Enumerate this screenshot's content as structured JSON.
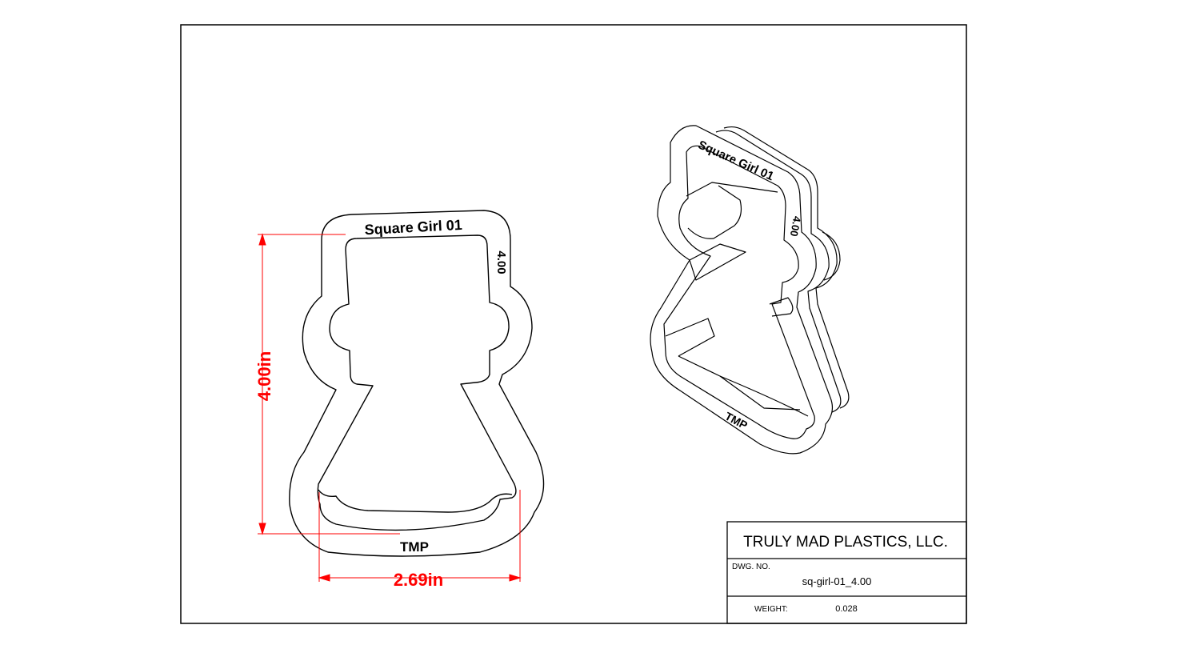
{
  "front_view": {
    "top_label": "Square Girl 01",
    "side_label": "4.00",
    "bottom_label": "TMP"
  },
  "iso_view": {
    "top_label": "Square Girl 01",
    "side_label": "4.00",
    "bottom_label": "TMP"
  },
  "dimensions": {
    "height": "4.00in",
    "width": "2.69in",
    "color": "#ff0000"
  },
  "title_block": {
    "company": "TRULY MAD PLASTICS, LLC.",
    "dwg_no_label": "DWG.  NO.",
    "dwg_no_value": "sq-girl-01_4.00",
    "weight_label": "WEIGHT:",
    "weight_value": "0.028"
  }
}
